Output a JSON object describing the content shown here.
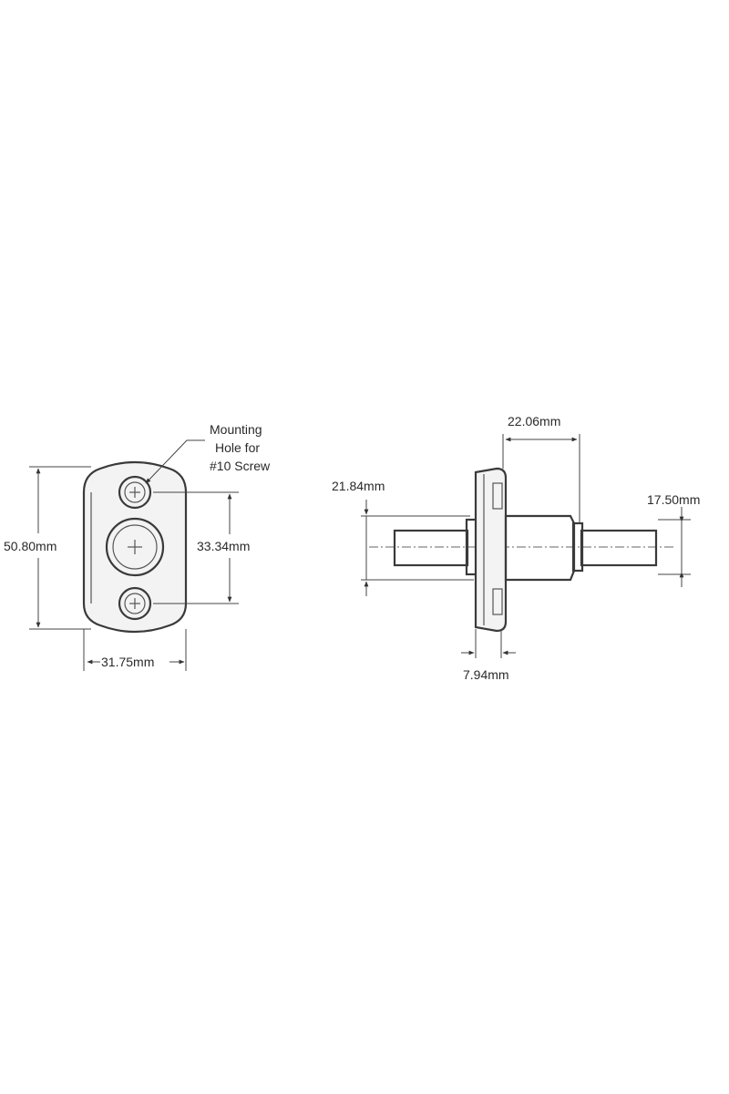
{
  "front_view": {
    "callout": [
      "Mounting",
      "Hole for",
      "#10 Screw"
    ],
    "height_dim": "50.80mm",
    "hole_spacing_dim": "33.34mm",
    "width_dim": "31.75mm"
  },
  "side_view": {
    "body_length_dim": "22.06mm",
    "left_stud_dia_dim": "21.84mm",
    "right_stud_dia_dim": "17.50mm",
    "flange_thickness_dim": "7.94mm"
  }
}
